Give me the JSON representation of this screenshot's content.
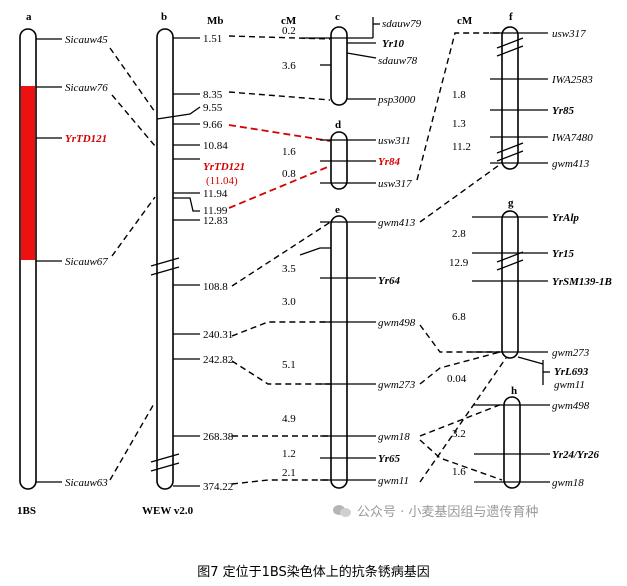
{
  "panels": {
    "a": {
      "letter": "a",
      "bottom_label": "1BS",
      "markers": [
        "Sicauw45",
        "Sicauw76",
        "YrTD121",
        "Sicauw67",
        "Sicauw63"
      ]
    },
    "b": {
      "letter": "b",
      "unit": "Mb",
      "bottom_label": "WEW v2.0",
      "positions": [
        "1.51",
        "8.35",
        "9.55",
        "9.66",
        "10.84",
        "YrTD121",
        "(11.04)",
        "11.94",
        "11.99",
        "12.83",
        "108.8",
        "240.31",
        "242.82",
        "268.38",
        "374.22"
      ]
    },
    "c": {
      "letter": "c",
      "unit": "cM",
      "distances": [
        "0.2",
        "3.6"
      ],
      "markers": [
        "sdauw79",
        "Yr10",
        "sdauw78",
        "psp3000"
      ]
    },
    "d": {
      "letter": "d",
      "distances": [
        "1.6",
        "0.8"
      ],
      "markers": [
        "usw311",
        "Yr84",
        "usw317"
      ]
    },
    "e": {
      "letter": "e",
      "distances": [
        "3.5",
        "3.0",
        "5.1",
        "4.9",
        "1.2",
        "2.1"
      ],
      "markers": [
        "gwm413",
        "Yr64",
        "gwm498",
        "gwm273",
        "gwm18",
        "Yr65",
        "gwm11"
      ]
    },
    "f": {
      "letter": "f",
      "unit": "cM",
      "distances": [
        "1.8",
        "1.3",
        "11.2"
      ],
      "markers": [
        "usw317",
        "IWA2583",
        "Yr85",
        "IWA7480",
        "gwm413"
      ]
    },
    "g": {
      "letter": "g",
      "distances": [
        "2.8",
        "12.9",
        "6.8",
        "0.04"
      ],
      "markers": [
        "YrAlp",
        "Yr15",
        "YrSM139-1B",
        "gwm273",
        "YrL693",
        "gwm11"
      ]
    },
    "h": {
      "letter": "h",
      "distances": [
        "3.2",
        "1.6"
      ],
      "markers": [
        "gwm498",
        "Yr24/Yr26",
        "gwm18"
      ]
    }
  },
  "colors": {
    "highlight": "#ee1111",
    "red_label": "#d40000",
    "ink": "#000000"
  },
  "watermark": "公众号 · 小麦基因组与遗传育种",
  "caption": "图7  定位于1BS染色体上的抗条锈病基因"
}
